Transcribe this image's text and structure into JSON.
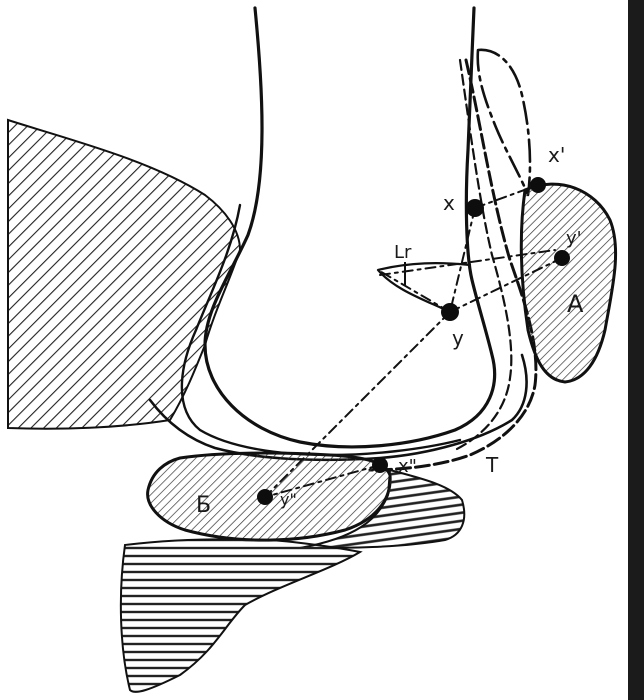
{
  "figure": {
    "labels": {
      "point_x": "x",
      "point_x_prime": "x'",
      "point_x_double_prime": "x\"",
      "point_y": "y",
      "point_y_prime": "y'",
      "point_y_double_prime": "y\"",
      "angle": "Lr",
      "region_a": "A",
      "region_b": "Б",
      "mark_t": "T"
    }
  }
}
